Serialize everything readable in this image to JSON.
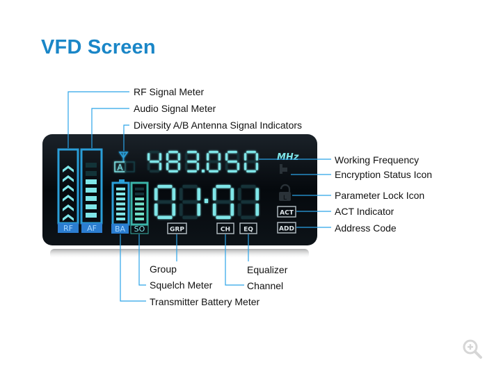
{
  "title": "VFD Screen",
  "display": {
    "frequency": "483.050",
    "frequency_unit": "MHz",
    "channel": "01",
    "group": "01",
    "bottom_labels": [
      "RF",
      "AF",
      "BA",
      "SO"
    ],
    "antenna_label": "A",
    "tags": [
      "GRP",
      "CH",
      "EQ"
    ],
    "side_tags": [
      "ACT",
      "ADD"
    ],
    "rf_level": 6,
    "af_level": 5,
    "battery_level": 7,
    "squelch_level": 5
  },
  "callouts": {
    "rf_signal_meter": "RF Signal Meter",
    "audio_signal_meter": "Audio Signal Meter",
    "diversity": "Diversity A/B Antenna Signal Indicators",
    "working_frequency": "Working Frequency",
    "encryption_status": "Encryption Status Icon",
    "parameter_lock": "Parameter Lock Icon",
    "act_indicator": "ACT Indicator",
    "address_code": "Address Code",
    "group": "Group",
    "equalizer": "Equalizer",
    "squelch_meter": "Squelch Meter",
    "channel": "Channel",
    "battery_meter": "Transmitter Battery Meter"
  },
  "colors": {
    "title": "#1a86c7",
    "leader": "#2ba4e8",
    "vfd_bg": "#04080c",
    "seg_on": "#7fe6e8",
    "seg_dim": "#123338",
    "meter_blue": "#2a9ed8",
    "label_blue": "#2b7dd0",
    "label_text": "#a8d8ff"
  },
  "icons": {
    "zoom": "zoom-in-icon",
    "antenna": "antenna-icon",
    "key": "key-icon",
    "lock": "lock-icon"
  }
}
